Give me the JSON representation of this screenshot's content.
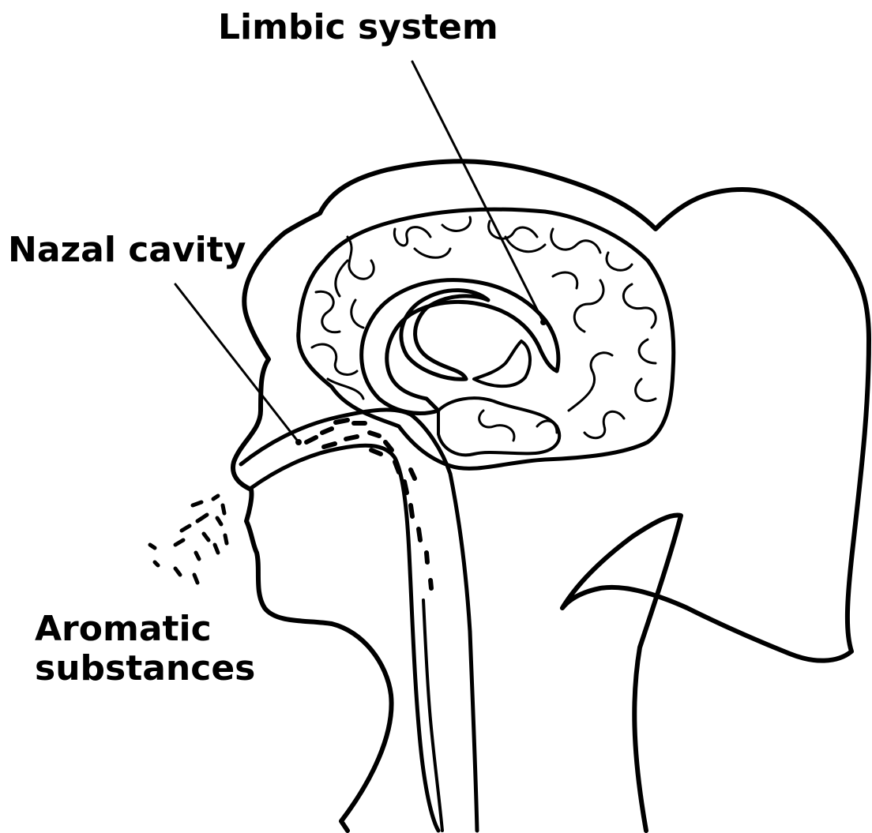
{
  "labels": {
    "limbic": "Limbic system",
    "nasal": "Nazal cavity",
    "aromatic_line1": "Aromatic",
    "aromatic_line2": "substances"
  },
  "colors": {
    "stroke": "#000000",
    "background": "#ffffff"
  }
}
